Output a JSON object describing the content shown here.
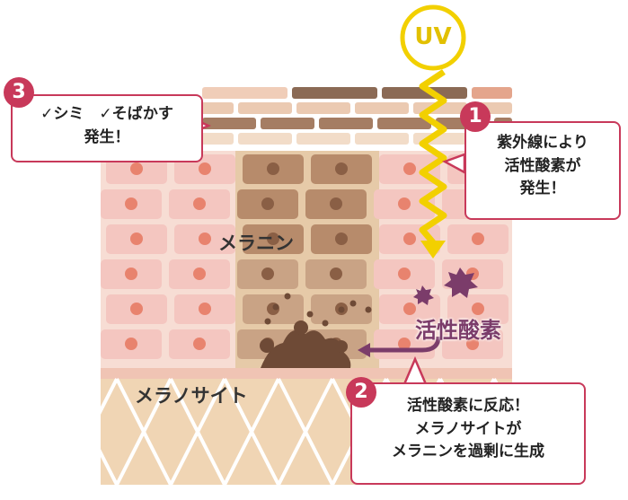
{
  "uv_label": "UV",
  "labels": {
    "melanin": "メラニン",
    "active_oxygen": "活性酸素",
    "melanocyte": "メラノサイト"
  },
  "callouts": [
    {
      "number": "1",
      "lines": [
        "紫外線により",
        "活性酸素が",
        "発生！"
      ]
    },
    {
      "number": "2",
      "lines": [
        "活性酸素に反応！",
        "メラノサイトが",
        "メラニンを過剰に生成"
      ]
    },
    {
      "number": "3",
      "lines": [
        "✓シミ　✓そばかす",
        "発生！"
      ]
    }
  ],
  "colors": {
    "accent": "#c8395a",
    "uv": "#f2d000",
    "cell": "#f4c6c0",
    "melanin": "#6e4a36",
    "oxygen": "#7b3c6a"
  }
}
